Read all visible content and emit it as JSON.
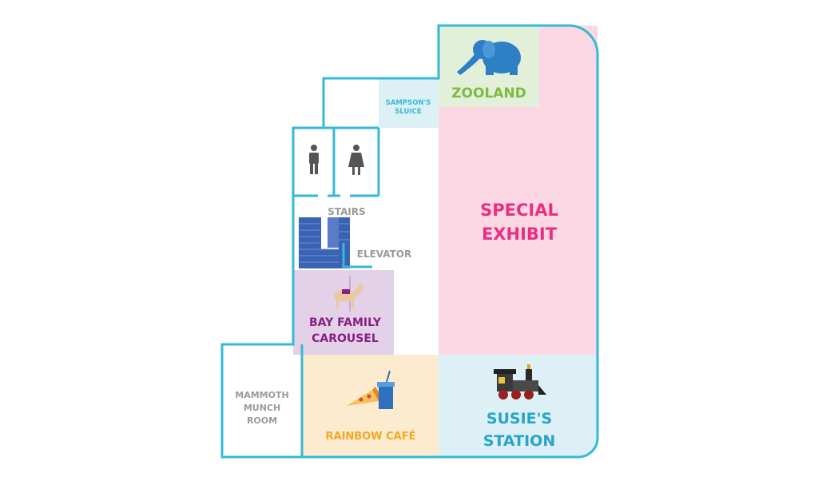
{
  "map": {
    "zones": {
      "zooland": {
        "label": "ZOOLAND",
        "color": "#7dbb42",
        "fill": "#e2f0d9"
      },
      "sampsons_sluice": {
        "line1": "SAMPSON'S",
        "line2": "SLUICE",
        "color": "#35b9d6",
        "fill": "#dcf0f6"
      },
      "special_exhibit": {
        "line1": "SPECIAL",
        "line2": "EXHIBIT",
        "color": "#ea2f82",
        "fill": "#fbd8e3"
      },
      "stairs": {
        "label": "STAIRS",
        "color": "#9a9a9a"
      },
      "elevator": {
        "label": "ELEVATOR",
        "color": "#9a9a9a"
      },
      "carousel": {
        "line1": "BAY FAMILY",
        "line2": "CAROUSEL",
        "color": "#8a1d86",
        "fill": "#e2d1e7"
      },
      "mammoth": {
        "line1": "MAMMOTH",
        "line2": "MUNCH",
        "line3": "ROOM",
        "color": "#9a9a9a"
      },
      "rainbow_cafe": {
        "label": "RAINBOW CAFÉ",
        "color": "#f3a823",
        "fill": "#fdebcf"
      },
      "susies_station": {
        "line1": "SUSIE'S",
        "line2": "STATION",
        "color": "#27a4c8",
        "fill": "#dcf0f6"
      }
    },
    "icons": [
      "elephant-icon",
      "men-restroom-icon",
      "women-restroom-icon",
      "carousel-horse-icon",
      "pizza-drink-icon",
      "train-icon"
    ],
    "colors": {
      "wall": "#35b9d6",
      "stairs": "#3b63b4",
      "icon_gray": "#555555"
    }
  }
}
